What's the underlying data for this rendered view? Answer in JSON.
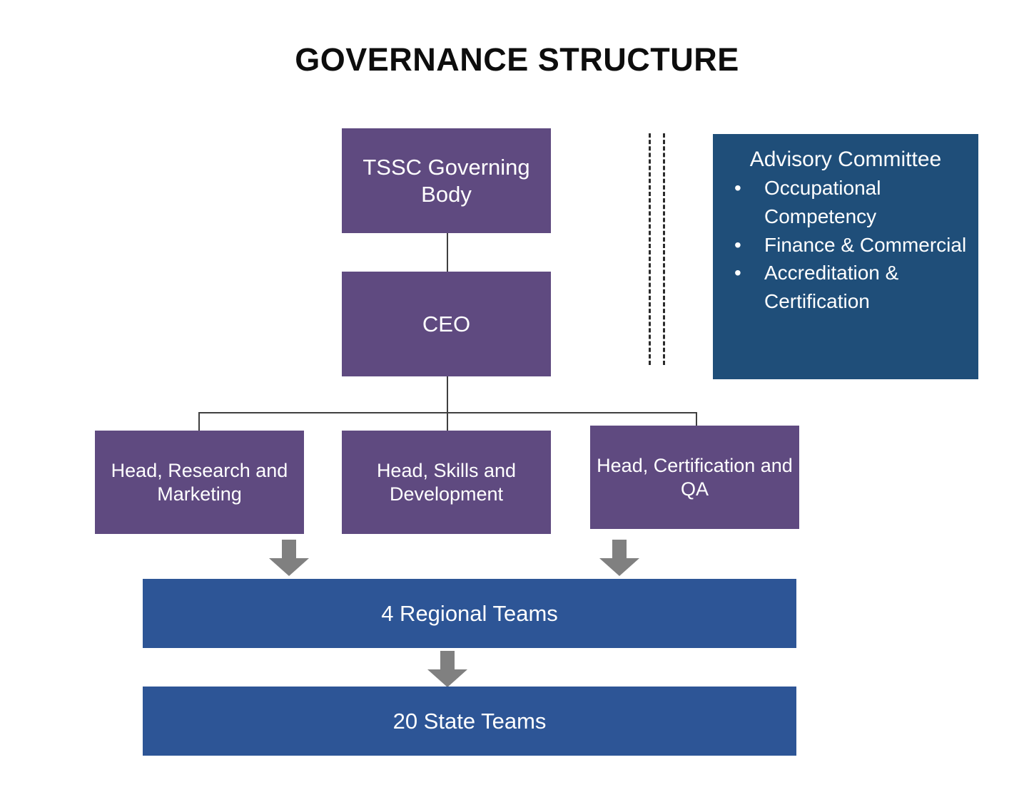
{
  "title": "GOVERNANCE STRUCTURE",
  "colors": {
    "purple": "#5f4a80",
    "blue": "#2d5596",
    "dark_blue": "#1f4e79",
    "arrow_gray": "#808080",
    "connector": "#3f3f3f",
    "title_text": "#0d0d0d",
    "box_text": "#ffffff",
    "background": "#ffffff"
  },
  "nodes": {
    "governing_body": {
      "label": "TSSC Governing Body",
      "color": "purple"
    },
    "ceo": {
      "label": "CEO",
      "color": "purple"
    },
    "head_research": {
      "label": "Head, Research and Marketing",
      "color": "purple"
    },
    "head_skills": {
      "label": "Head, Skills and Development",
      "color": "purple"
    },
    "head_certification": {
      "label": "Head, Certification and QA",
      "color": "purple"
    },
    "regional_teams": {
      "label": "4 Regional Teams",
      "color": "blue"
    },
    "state_teams": {
      "label": "20 State Teams",
      "color": "blue"
    }
  },
  "advisory": {
    "heading": "Advisory Committee",
    "bullet_glyph": "•",
    "items": [
      "Occupational Competency",
      "Finance & Commercial",
      "Accreditation & Certification"
    ]
  },
  "connectors": {
    "governing_to_ceo": "solid-line",
    "ceo_to_heads": "fork-line",
    "ceo_to_advisory": "double-dashed-line",
    "research_to_regional": "down-arrow",
    "certification_to_regional": "down-arrow",
    "regional_to_state": "down-arrow"
  }
}
